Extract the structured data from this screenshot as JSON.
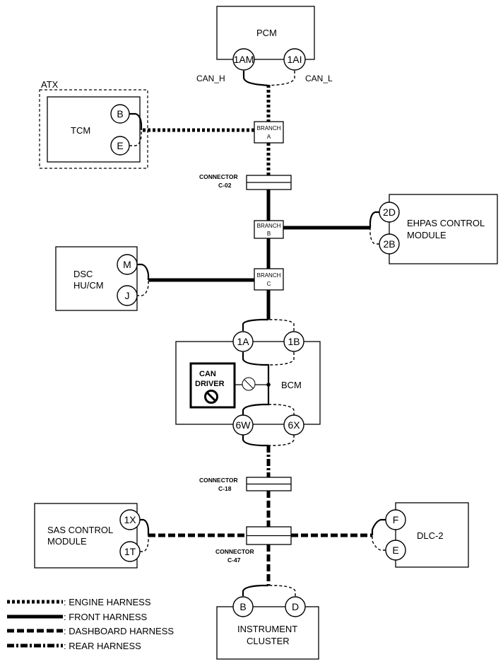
{
  "modules": {
    "pcm": "PCM",
    "tcm": "TCM",
    "atx": "ATX",
    "ehpas_l1": "EHPAS CONTROL",
    "ehpas_l2": "MODULE",
    "dsc_l1": "DSC",
    "dsc_l2": "HU/CM",
    "bcm": "BCM",
    "can_driver_l1": "CAN",
    "can_driver_l2": "DRIVER",
    "sas_l1": "SAS CONTROL",
    "sas_l2": "MODULE",
    "dlc": "DLC-2",
    "ic_l1": "INSTRUMENT",
    "ic_l2": "CLUSTER"
  },
  "pins": {
    "pcm_h": "1AM",
    "pcm_l": "1AI",
    "tcm_h": "B",
    "tcm_l": "E",
    "ehpas_h": "2D",
    "ehpas_l": "2B",
    "dsc_h": "M",
    "dsc_l": "J",
    "bcm_top_h": "1A",
    "bcm_top_l": "1B",
    "bcm_bot_h": "6W",
    "bcm_bot_l": "6X",
    "sas_h": "1X",
    "sas_l": "1T",
    "dlc_h": "F",
    "dlc_l": "E",
    "ic_h": "B",
    "ic_l": "D"
  },
  "signals": {
    "can_h": "CAN_H",
    "can_l": "CAN_L"
  },
  "branches": {
    "a_l1": "BRANCH",
    "a_l2": "A",
    "b_l1": "BRANCH",
    "b_l2": "B",
    "c_l1": "BRANCH",
    "c_l2": "C"
  },
  "connectors": {
    "c02_l1": "CONNECTOR",
    "c02_l2": "C-02",
    "c18_l1": "CONNECTOR",
    "c18_l2": "C-18",
    "c47_l1": "CONNECTOR",
    "c47_l2": "C-47"
  },
  "legend": [
    {
      "style": "engine",
      "label": ": ENGINE HARNESS"
    },
    {
      "style": "front",
      "label": ": FRONT HARNESS"
    },
    {
      "style": "dash",
      "label": ": DASHBOARD HARNESS"
    },
    {
      "style": "rear",
      "label": ": REAR HARNESS"
    }
  ]
}
